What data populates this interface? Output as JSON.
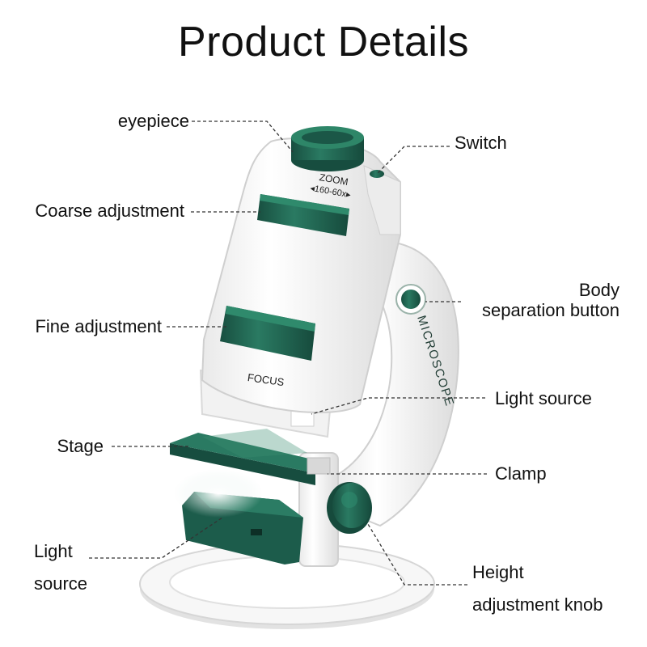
{
  "title": "Product Details",
  "colors": {
    "accent_green": "#1f6b55",
    "body_white": "#f4f4f4",
    "text": "#111111",
    "leader": "#333333"
  },
  "microscope": {
    "zoom_text": "ZOOM",
    "zoom_range": "◂160-60x▸",
    "focus_text": "FOCUS",
    "arm_text": "MICROSCOPE"
  },
  "labels": {
    "eyepiece": "eyepiece",
    "switch": "Switch",
    "coarse": "Coarse adjustment",
    "body_sep_1": "Body",
    "body_sep_2": "separation button",
    "fine": "Fine adjustment",
    "light_upper": "Light source",
    "stage": "Stage",
    "clamp": "Clamp",
    "light_lower_1": "Light",
    "light_lower_2": "source",
    "height_1": "Height",
    "height_2": "adjustment knob"
  }
}
